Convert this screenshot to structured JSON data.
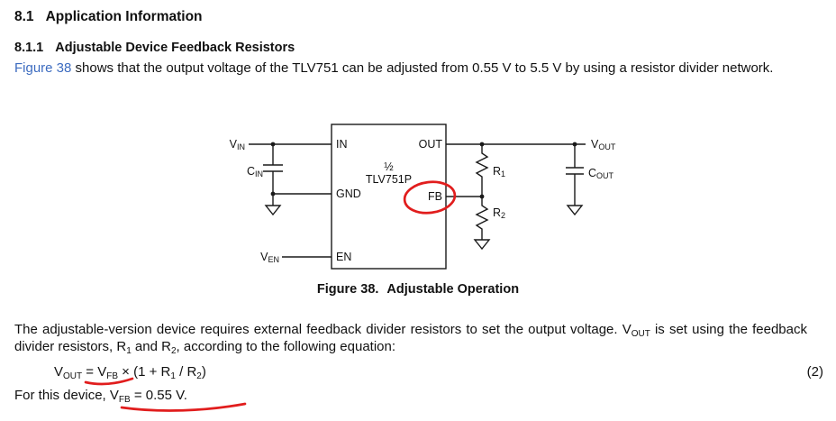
{
  "colors": {
    "ink": "#111111",
    "link": "#3d6cc0",
    "annotation": "#e11d1d"
  },
  "section": {
    "number": "8.1",
    "title": "Application Information"
  },
  "subsection": {
    "number": "8.1.1",
    "title": "Adjustable Device Feedback Resistors"
  },
  "intro": {
    "link_text": "Figure 38",
    "rest": " shows that the output voltage of the TLV751 can be adjusted from 0.55 V to 5.5 V by using a resistor divider network."
  },
  "figure": {
    "caption": {
      "label": "Figure 38.",
      "title": "Adjustable Operation"
    },
    "ic": {
      "fraction": "½",
      "name": "TLV751P",
      "pin_in": "IN",
      "pin_out": "OUT",
      "pin_gnd": "GND",
      "pin_fb": "FB",
      "pin_en": "EN"
    },
    "labels": {
      "vin": {
        "base": "V",
        "sub": "IN"
      },
      "cin": {
        "base": "C",
        "sub": "IN"
      },
      "ven": {
        "base": "V",
        "sub": "EN"
      },
      "vout": {
        "base": "V",
        "sub": "OUT"
      },
      "cout": {
        "base": "C",
        "sub": "OUT"
      },
      "r1": {
        "base": "R",
        "sub": "1"
      },
      "r2": {
        "base": "R",
        "sub": "2"
      }
    }
  },
  "body_text": {
    "seg1": "The adjustable-version device requires external feedback divider resistors to set the output voltage. V",
    "sub1": "OUT",
    "seg2": " is set using the feedback divider resistors, R",
    "sub2": "1",
    "seg3": " and R",
    "sub3": "2",
    "seg4": ", according to the following equation:"
  },
  "equation": {
    "t1": "V",
    "s1": "OUT",
    "t2": " = V",
    "s2": "FB",
    "t3": " × (1 + R",
    "s3": "1",
    "t4": " / R",
    "s4": "2",
    "t5": ")",
    "number": "(2)"
  },
  "closing": {
    "t1": "For this device, V",
    "s1": "FB",
    "t2": " = 0.55 V."
  },
  "annotations": {
    "color": "#e11d1d",
    "items": [
      "circle-around-fb-pin",
      "underline-under-vfb-in-equation",
      "underline-under-vfb-value"
    ]
  }
}
